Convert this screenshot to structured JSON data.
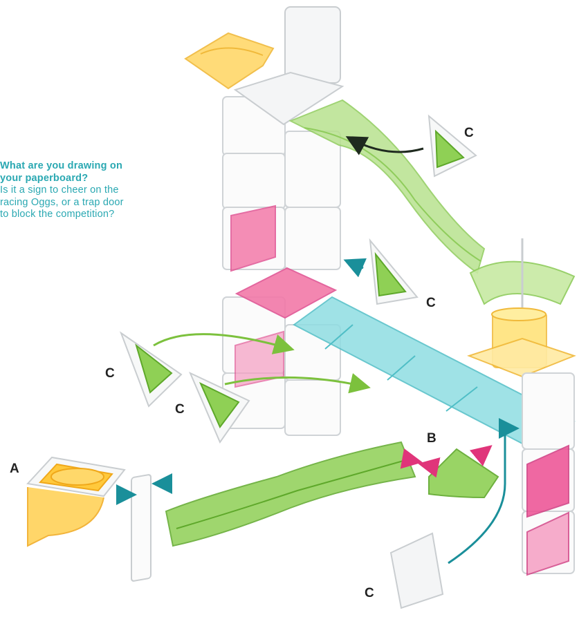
{
  "caption": {
    "line1": "What are you drawing on",
    "line2": "your paperboard?",
    "line3": "Is it a sign to cheer on the",
    "line4": "racing Oggs, or a trap door",
    "line5": "to block the competition?"
  },
  "labels": {
    "a": "A",
    "b": "B",
    "c": "C"
  },
  "colors": {
    "caption": "#2aa8b2",
    "green": "#9fd86a",
    "blue": "#7fd6dc",
    "pink": "#f07aaa",
    "yellow": "#ffd24d",
    "arrow_green": "#7cc13d",
    "arrow_teal": "#1a8f9a",
    "arrow_pink": "#e0357a",
    "arrow_dark": "#1f2a1f"
  }
}
